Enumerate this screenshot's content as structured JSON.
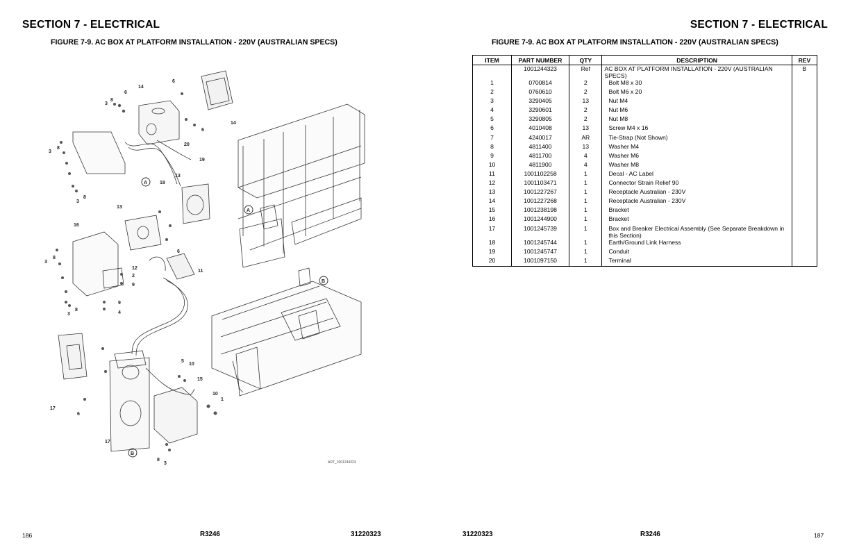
{
  "left_page": {
    "section_title": "SECTION 7 - ELECTRICAL",
    "figure_title": "FIGURE 7-9. AC BOX AT PLATFORM INSTALLATION - 220V (AUSTRALIAN SPECS)",
    "diagram": {
      "view_labels": [
        "A",
        "A",
        "B",
        "B"
      ],
      "callouts": [
        "6",
        "14",
        "6",
        "3",
        "8",
        "6",
        "14",
        "20",
        "3",
        "8",
        "19",
        "18",
        "13",
        "3",
        "8",
        "13",
        "16",
        "6",
        "3",
        "8",
        "12",
        "2",
        "9",
        "11",
        "9",
        "4",
        "3",
        "8",
        "5",
        "10",
        "15",
        "10",
        "1",
        "17",
        "6",
        "17",
        "8",
        "3"
      ],
      "art_number": "ART_1001244323"
    },
    "footer": {
      "page_number": "186",
      "model": "R3246",
      "doc_number": "31220323"
    }
  },
  "right_page": {
    "section_title": "SECTION 7 - ELECTRICAL",
    "figure_title": "FIGURE 7-9. AC BOX AT PLATFORM INSTALLATION - 220V (AUSTRALIAN SPECS)",
    "table": {
      "headers": [
        "ITEM",
        "PART NUMBER",
        "QTY",
        "DESCRIPTION",
        "REV"
      ],
      "rows": [
        {
          "item": "",
          "part": "1001244323",
          "qty": "Ref",
          "desc": "AC BOX AT PLATFORM INSTALLATION - 220V (AUSTRALIAN SPECS)",
          "rev": "B"
        },
        {
          "item": "1",
          "part": "0700814",
          "qty": "2",
          "desc": "Bolt M8 x 30",
          "rev": ""
        },
        {
          "item": "2",
          "part": "0760610",
          "qty": "2",
          "desc": "Bolt M6 x 20",
          "rev": ""
        },
        {
          "item": "3",
          "part": "3290405",
          "qty": "13",
          "desc": "Nut M4",
          "rev": ""
        },
        {
          "item": "4",
          "part": "3290601",
          "qty": "2",
          "desc": "Nut M6",
          "rev": ""
        },
        {
          "item": "5",
          "part": "3290805",
          "qty": "2",
          "desc": "Nut M8",
          "rev": ""
        },
        {
          "item": "6",
          "part": "4010408",
          "qty": "13",
          "desc": "Screw M4 x 16",
          "rev": ""
        },
        {
          "item": "7",
          "part": "4240017",
          "qty": "AR",
          "desc": "Tie-Strap (Not Shown)",
          "rev": ""
        },
        {
          "item": "8",
          "part": "4811400",
          "qty": "13",
          "desc": "Washer M4",
          "rev": ""
        },
        {
          "item": "9",
          "part": "4811700",
          "qty": "4",
          "desc": "Washer M6",
          "rev": ""
        },
        {
          "item": "10",
          "part": "4811900",
          "qty": "4",
          "desc": "Washer M8",
          "rev": ""
        },
        {
          "item": "11",
          "part": "1001102258",
          "qty": "1",
          "desc": "Decal - AC Label",
          "rev": ""
        },
        {
          "item": "12",
          "part": "1001103471",
          "qty": "1",
          "desc": "Connector Strain Relief 90",
          "rev": ""
        },
        {
          "item": "13",
          "part": "1001227267",
          "qty": "1",
          "desc": "Receptacle Australian - 230V",
          "rev": ""
        },
        {
          "item": "14",
          "part": "1001227268",
          "qty": "1",
          "desc": "Receptacle Australian - 230V",
          "rev": ""
        },
        {
          "item": "15",
          "part": "1001238198",
          "qty": "1",
          "desc": "Bracket",
          "rev": ""
        },
        {
          "item": "16",
          "part": "1001244900",
          "qty": "1",
          "desc": "Bracket",
          "rev": ""
        },
        {
          "item": "17",
          "part": "1001245739",
          "qty": "1",
          "desc": "Box and Breaker Electrical Assembly (See Separate Breakdown in this Section)",
          "rev": ""
        },
        {
          "item": "18",
          "part": "1001245744",
          "qty": "1",
          "desc": "Earth/Ground Link Harness",
          "rev": ""
        },
        {
          "item": "19",
          "part": "1001245747",
          "qty": "1",
          "desc": "Conduit",
          "rev": ""
        },
        {
          "item": "20",
          "part": "1001097150",
          "qty": "1",
          "desc": "Terminal",
          "rev": ""
        }
      ]
    },
    "footer": {
      "doc_number": "31220323",
      "model": "R3246",
      "page_number": "187"
    }
  }
}
